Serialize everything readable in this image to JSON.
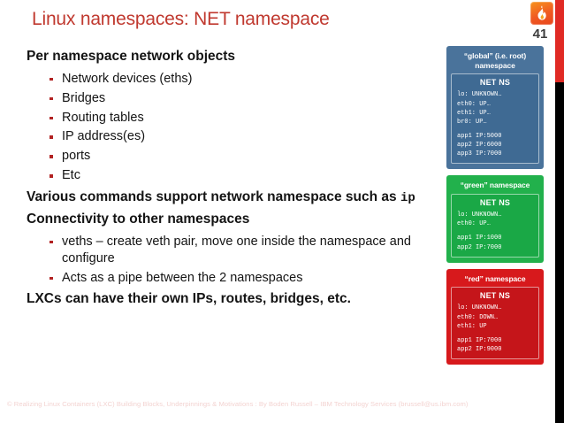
{
  "header": {
    "title": "Linux namespaces: NET namespace",
    "page_number": "41",
    "logo_icon": "flame-icon",
    "title_color": "#c0392f",
    "accent_red": "#e02a24"
  },
  "content": {
    "section1_heading": "Per namespace network objects",
    "section1_bullets": [
      "Network devices (eths)",
      "Bridges",
      "Routing tables",
      "IP address(es)",
      "ports",
      "Etc"
    ],
    "section2_heading_pre": "Various commands support network namespace such as ",
    "section2_heading_mono": "ip",
    "section3_heading": "Connectivity to other namespaces",
    "section3_bullets": [
      "veths – create veth pair, move one inside the namespace and configure",
      "Acts as a pipe between the 2 namespaces"
    ],
    "section4_heading": "LXCs can have their own IPs, routes, bridges, etc."
  },
  "diagram": {
    "netns_label": "NET NS",
    "boxes": [
      {
        "id": "global-namespace",
        "title": "“global” (i.e. root) namespace",
        "color": "#4a739b",
        "interfaces": [
          "lo: UNKNOWN…",
          "eth0: UP…",
          "eth1: UP…",
          "br0: UP…"
        ],
        "apps": [
          "app1 IP:5000",
          "app2 IP:6000",
          "app3 IP:7000"
        ]
      },
      {
        "id": "green-namespace",
        "title": "“green” namespace",
        "color": "#22b14c",
        "interfaces": [
          "lo: UNKNOWN…",
          "eth0: UP…"
        ],
        "apps": [
          "app1 IP:1000",
          "app2 IP:7000"
        ]
      },
      {
        "id": "red-namespace",
        "title": "“red” namespace",
        "color": "#d7191c",
        "interfaces": [
          "lo: UNKNOWN…",
          "eth0: DOWN…",
          "eth1: UP"
        ],
        "apps": [
          "app1 IP:7000",
          "app2 IP:9000"
        ]
      }
    ]
  },
  "footer": {
    "text": "© Realizing Linux Containers (LXC) Building Blocks, Underpinnings & Motivations : By Boden Russell – IBM Technology Services (brussell@us.ibm.com)"
  }
}
